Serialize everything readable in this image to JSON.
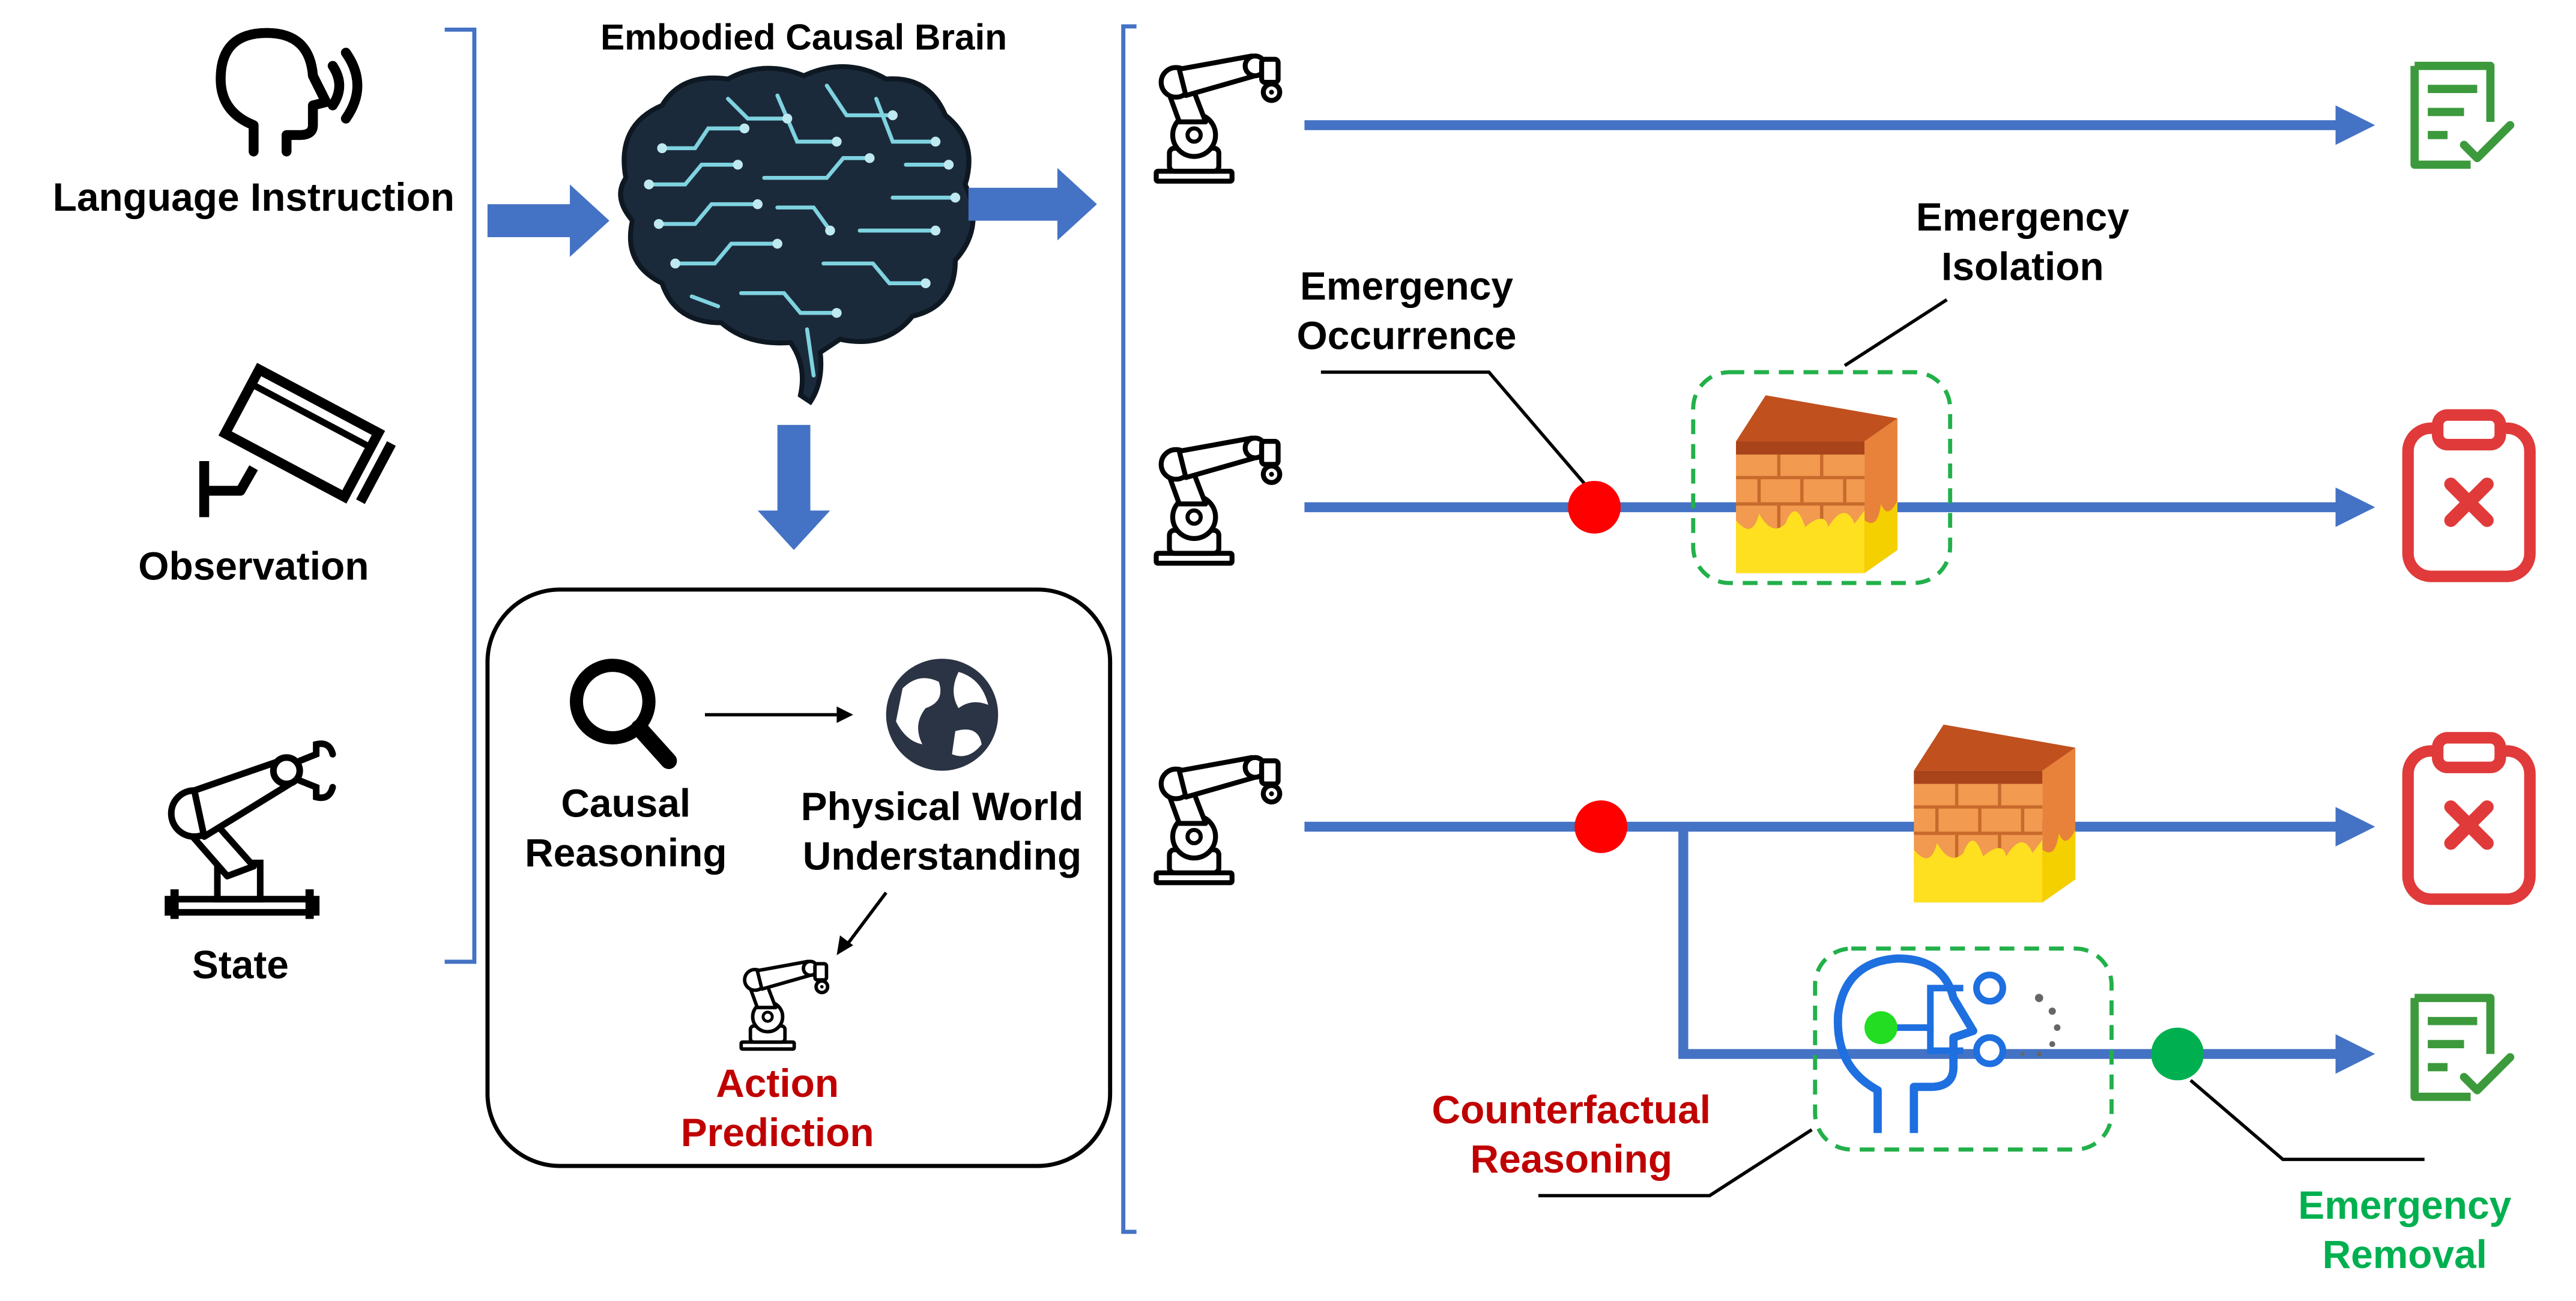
{
  "inputs": {
    "language_label": "Language Instruction",
    "observation_label": "Observation",
    "state_label": "State"
  },
  "brain": {
    "title": "Embodied Causal Brain"
  },
  "reasoning_box": {
    "causal_line1": "Causal",
    "causal_line2": "Reasoning",
    "physical_line1": "Physical World",
    "physical_line2": "Understanding",
    "action_line1": "Action",
    "action_line2": "Prediction"
  },
  "scenarios": {
    "isolation_line1": "Emergency",
    "isolation_line2": "Isolation",
    "occurrence_line1": "Emergency",
    "occurrence_line2": "Occurrence",
    "counterfactual_line1": "Counterfactual",
    "counterfactual_line2": "Reasoning",
    "removal_line1": "Emergency",
    "removal_line2": "Removal"
  },
  "colors": {
    "flow_blue": "#4472C4",
    "bracket_blue": "#4472C4",
    "success_green": "#3C9A3C",
    "fail_red": "#E03A3A",
    "event_red": "#FF0000",
    "removal_green": "#00B050",
    "dashed_green": "#22B04A",
    "accent_red_text": "#C00000",
    "brain_dark": "#1B2A3A",
    "brain_circuit": "#7FD3E0",
    "wall_brick": "#E8823A",
    "wall_top": "#C0501E",
    "fire_yellow": "#FFE020",
    "head_blue": "#1E6FE0"
  },
  "icons": [
    "speaking-head-icon",
    "security-camera-icon",
    "robot-arm-icon",
    "brain-icon",
    "magnifier-icon",
    "globe-icon",
    "checklist-success-icon",
    "clipboard-fail-icon",
    "firewall-icon",
    "thinking-head-icon"
  ]
}
